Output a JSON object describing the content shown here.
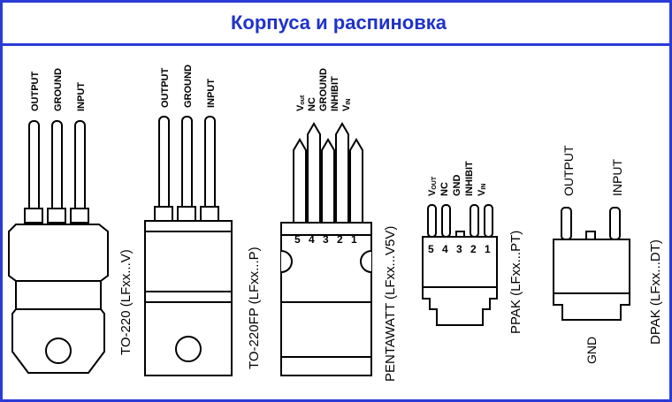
{
  "title": "Корпуса и распиновка",
  "packages": {
    "to220": {
      "name": "TO-220 (LFxx...V)",
      "pins": [
        "OUTPUT",
        "GROUND",
        "INPUT"
      ]
    },
    "to220fp": {
      "name": "TO-220FP (LFxx...P)",
      "pins": [
        "OUTPUT",
        "GROUND",
        "INPUT"
      ]
    },
    "pentawatt": {
      "name": "PENTAWATT (LFxx...V5V)",
      "pins": [
        {
          "main": "V",
          "sub": "out"
        },
        {
          "main": "NC",
          "sub": ""
        },
        {
          "main": "GROUND",
          "sub": ""
        },
        {
          "main": "INHIBIT",
          "sub": ""
        },
        {
          "main": "V",
          "sub": "IN"
        }
      ],
      "numbers": [
        "5",
        "4",
        "3",
        "2",
        "1"
      ]
    },
    "ppak": {
      "name": "PPAK (LFxx...PT)",
      "pins": [
        {
          "main": "V",
          "sub": "OUT"
        },
        {
          "main": "NC",
          "sub": ""
        },
        {
          "main": "GND",
          "sub": ""
        },
        {
          "main": "INHIBIT",
          "sub": ""
        },
        {
          "main": "V",
          "sub": "IN"
        }
      ],
      "numbers": [
        "5",
        "4",
        "3",
        "2",
        "1"
      ]
    },
    "dpak": {
      "name": "DPAK (LFxx...DT)",
      "pins": [
        "OUTPUT",
        "INPUT"
      ],
      "bottom": "GND"
    }
  }
}
